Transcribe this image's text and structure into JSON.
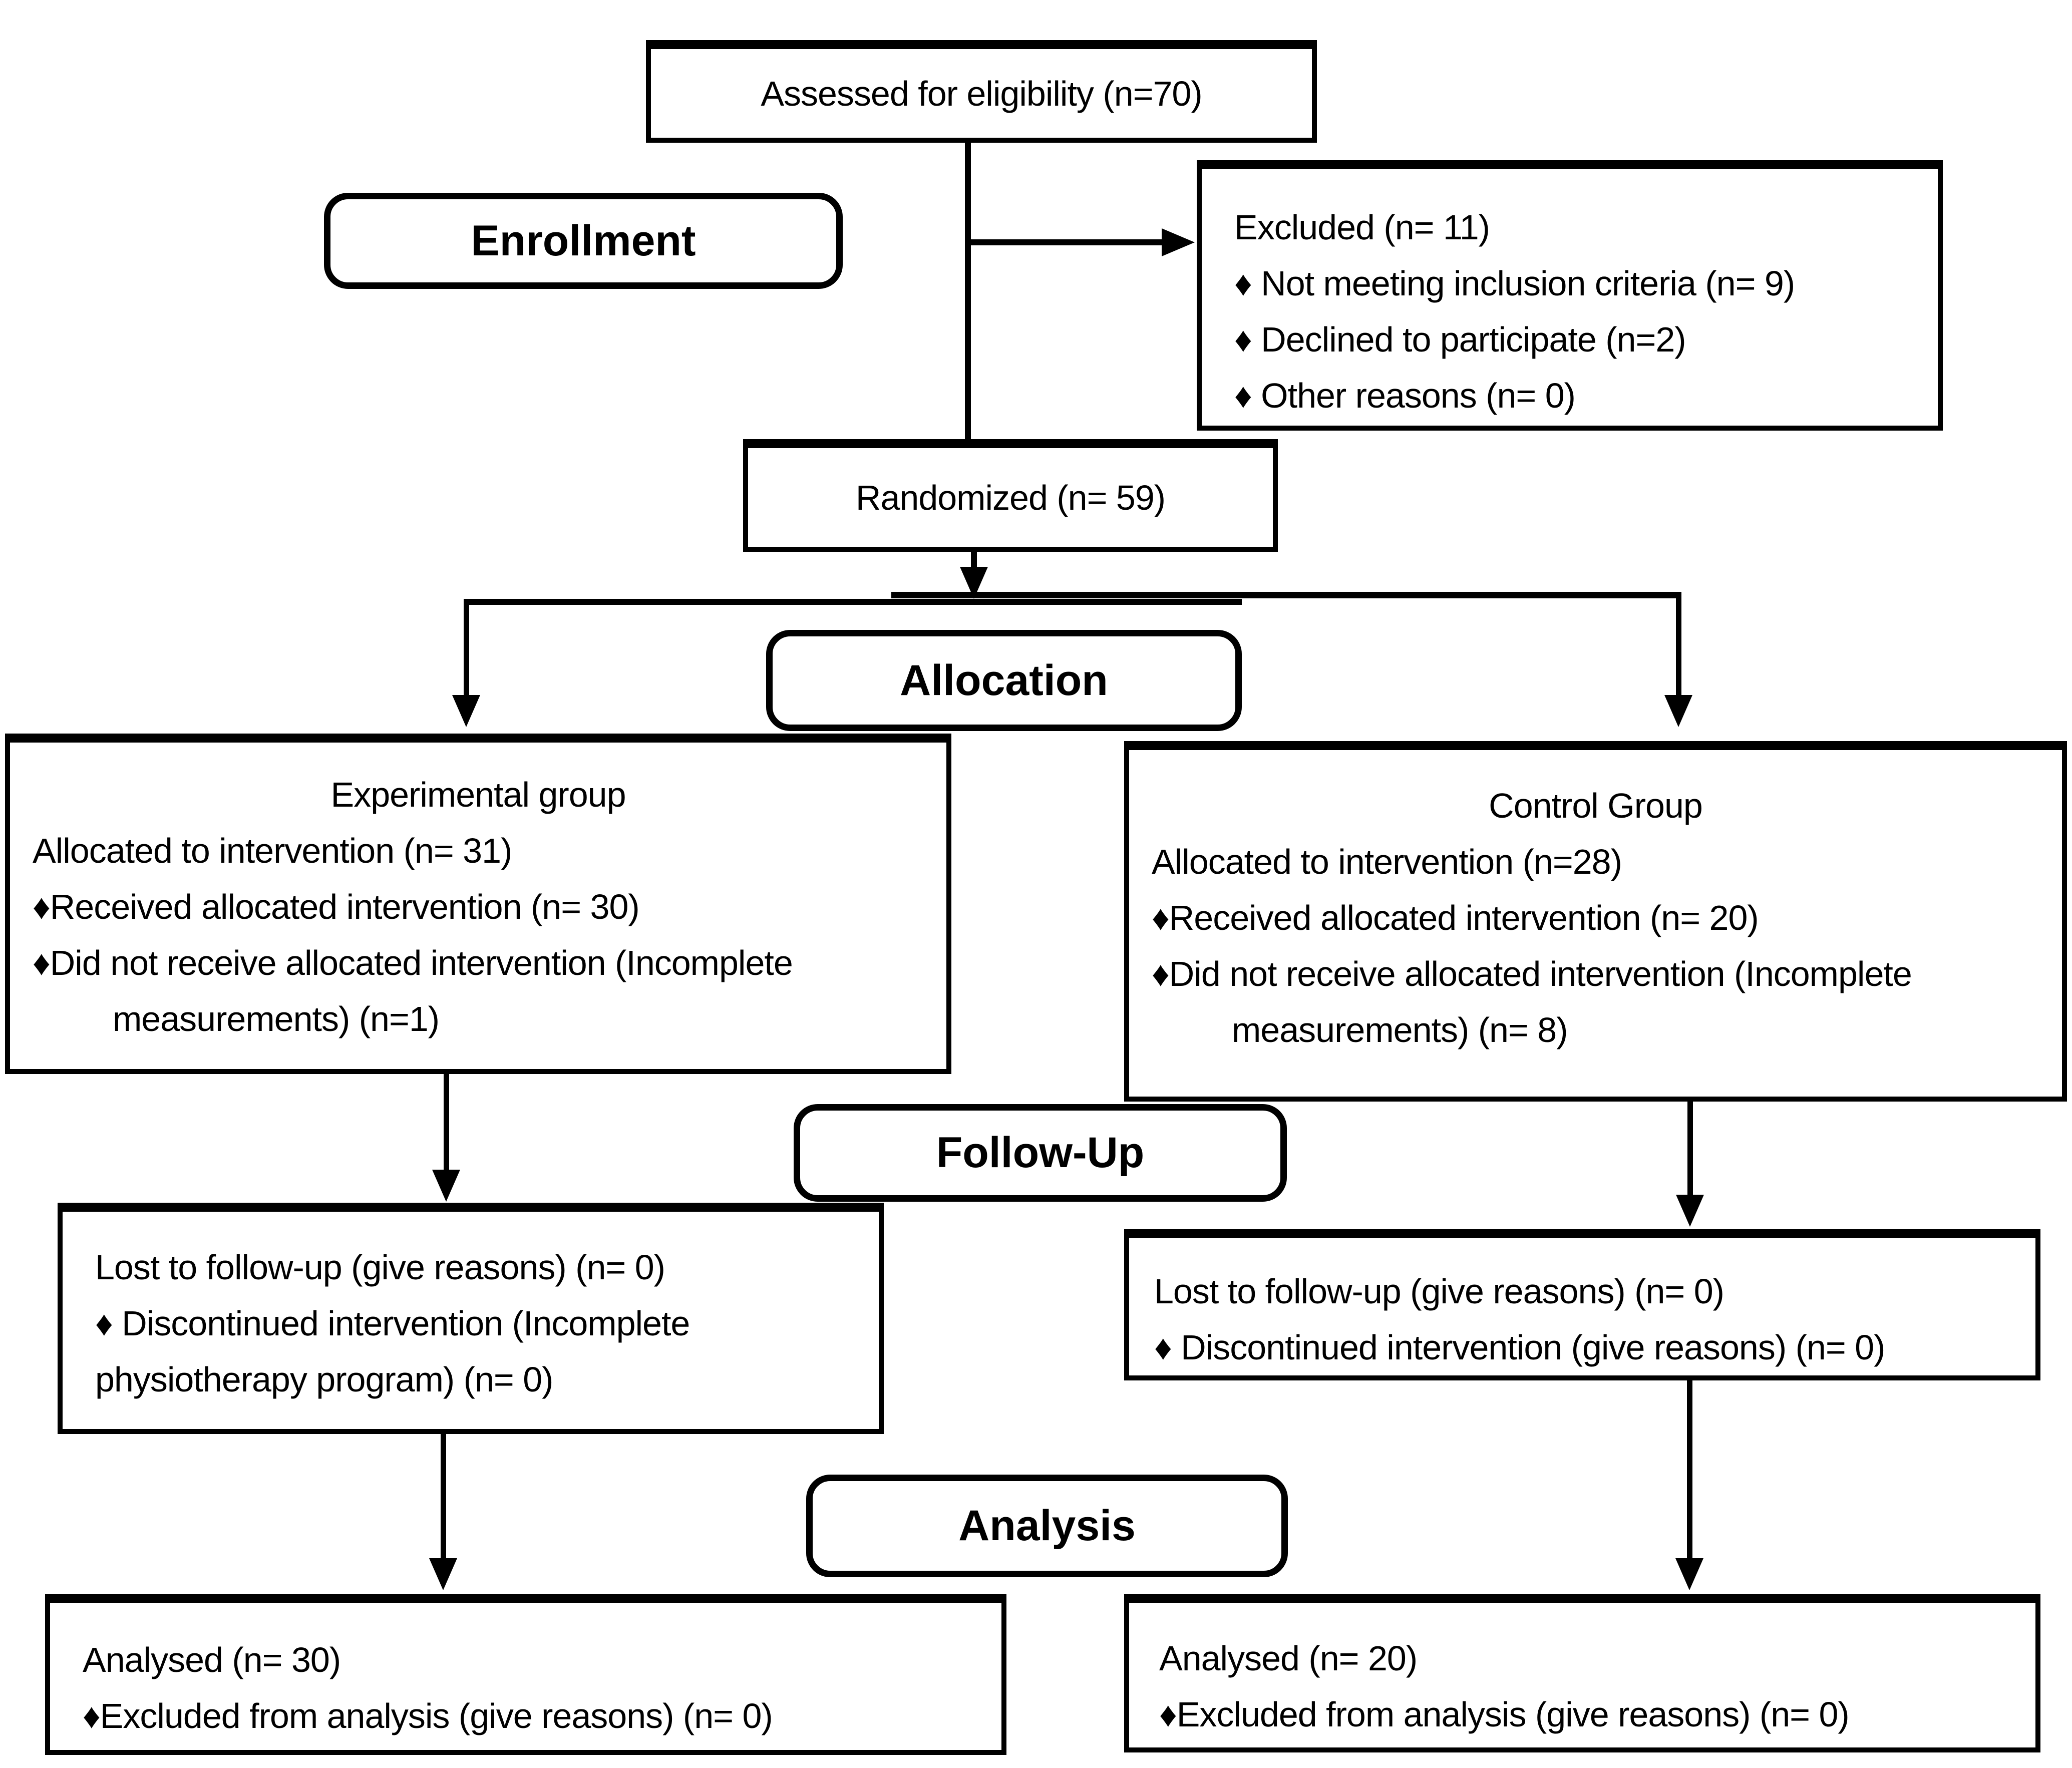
{
  "title": "CONSORT participant flow diagram",
  "colors": {
    "ink": "#000000",
    "background": "#ffffff"
  },
  "stages": {
    "enrollment": "Enrollment",
    "allocation": "Allocation",
    "followup": "Follow-Up",
    "analysis": "Analysis"
  },
  "boxes": {
    "assessed": {
      "text": "Assessed for eligibility (n=70)"
    },
    "excluded": {
      "line1": "Excluded (n= 11)",
      "bullet1": "♦ Not meeting inclusion criteria (n= 9)",
      "bullet2": "♦ Declined to participate (n=2)",
      "bullet3": "♦ Other reasons (n= 0)"
    },
    "randomized": {
      "text": "Randomized (n= 59)"
    },
    "exp_group": {
      "title": "Experimental group",
      "line1": "Allocated to intervention (n= 31)",
      "bullet1": "♦Received allocated intervention (n= 30)",
      "bullet2": "♦Did not receive allocated intervention (Incomplete",
      "bullet2_cont": "measurements) (n=1)"
    },
    "ctrl_group": {
      "title": "Control Group",
      "line1": "Allocated to intervention (n=28)",
      "bullet1": "♦Received allocated intervention (n= 20)",
      "bullet2": "♦Did not receive allocated intervention (Incomplete",
      "bullet2_cont": "measurements) (n= 8)"
    },
    "exp_followup": {
      "line1": "Lost to follow-up (give reasons) (n= 0)",
      "bullet1": "♦ Discontinued intervention (Incomplete",
      "bullet1_cont": "physiotherapy program) (n= 0)"
    },
    "ctrl_followup": {
      "line1": "Lost to follow-up (give reasons) (n= 0)",
      "bullet1": "♦ Discontinued intervention (give reasons) (n= 0)"
    },
    "exp_analysis": {
      "line1": "Analysed (n= 30)",
      "bullet1": "♦Excluded from analysis (give reasons) (n= 0)"
    },
    "ctrl_analysis": {
      "line1": "Analysed (n= 20)",
      "bullet1": "♦Excluded from analysis (give reasons) (n= 0)"
    }
  }
}
